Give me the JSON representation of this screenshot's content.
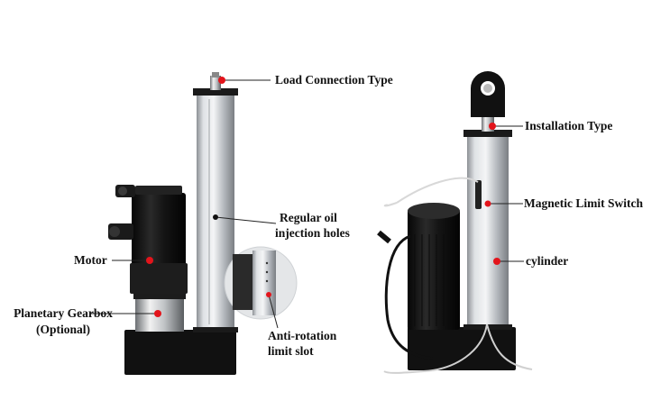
{
  "callouts": {
    "load_connection_type": "Load Connection Type",
    "regular_oil_line1": "Regular oil",
    "regular_oil_line2": "injection holes",
    "motor": "Motor",
    "planetary_line1": "Planetary Gearbox",
    "planetary_line2": "(Optional)",
    "anti_rotation_line1": "Anti-rotation",
    "anti_rotation_line2": "limit slot",
    "installation_type": "Installation Type",
    "magnetic_limit_switch": "Magnetic Limit Switch",
    "cylinder": "cylinder"
  },
  "colors": {
    "marker": "#e3141b",
    "leader": "#222222",
    "aluminum": "#c9ccd0",
    "motor_black": "#1a1a1a"
  },
  "icons": {
    "marker": "red-dot-marker",
    "oil_hole": "black-dot-marker"
  }
}
